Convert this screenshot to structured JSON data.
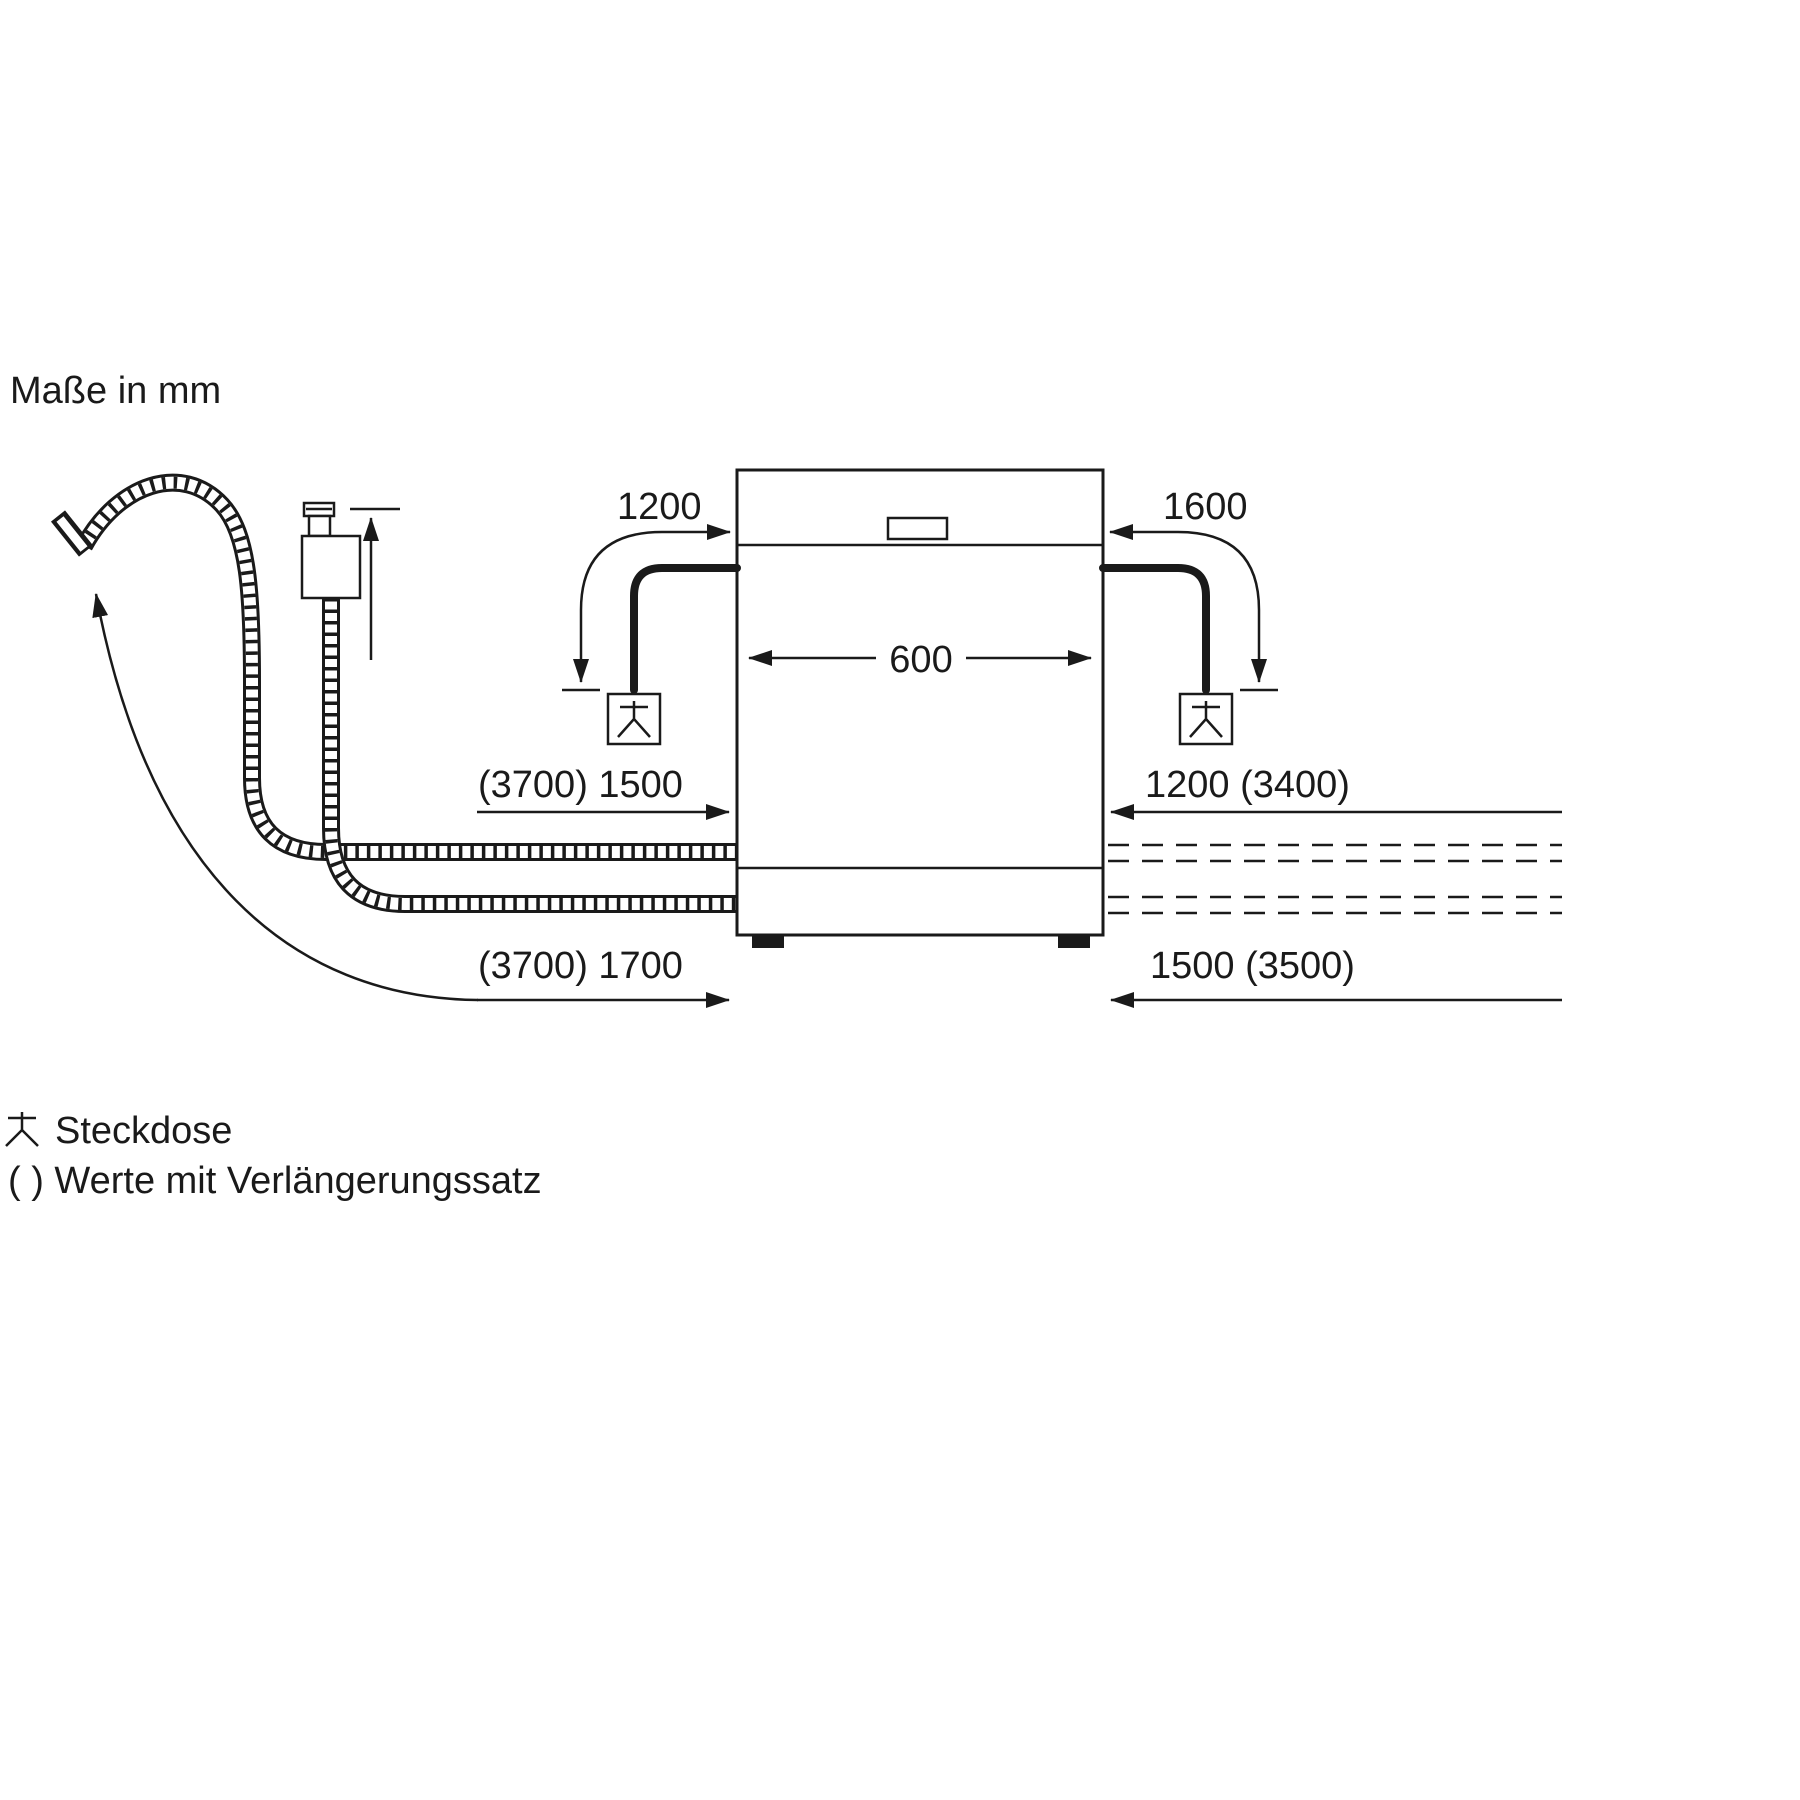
{
  "diagram": {
    "unit_label": "Maße in mm",
    "dims": {
      "left_cord": "1200",
      "right_cord": "1600",
      "appliance_width": "600",
      "left_hose_upper": "(3700) 1500",
      "right_hose_upper": "1200 (3400)",
      "left_hose_lower": "(3700) 1700",
      "right_hose_lower": "1500 (3500)"
    },
    "legend": {
      "socket": "Steckdose",
      "parentheses_note": "( ) Werte mit Verlängerungssatz"
    }
  },
  "colors": {
    "ink": "#1a1a1a",
    "background": "#ffffff"
  }
}
